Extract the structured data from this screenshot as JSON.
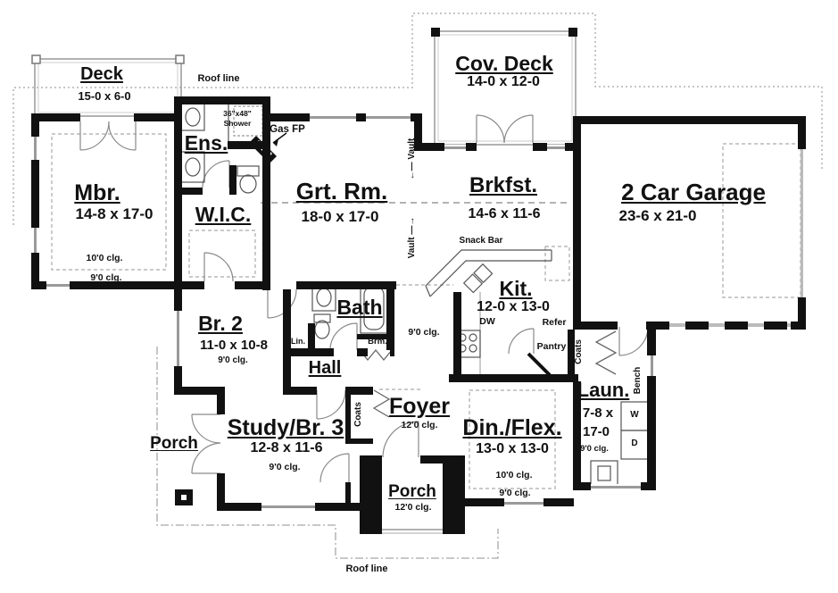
{
  "rooms": {
    "deck": {
      "name": "Deck",
      "dims": "15-0 x 6-0"
    },
    "cov_deck": {
      "name": "Cov. Deck",
      "dims": "14-0 x 12-0"
    },
    "mbr": {
      "name": "Mbr.",
      "dims": "14-8 x 17-0",
      "clg_a": "10'0 clg.",
      "clg_b": "9'0 clg."
    },
    "ens": {
      "name": "Ens."
    },
    "wic": {
      "name": "W.I.C."
    },
    "grt_rm": {
      "name": "Grt. Rm.",
      "dims": "18-0 x 17-0"
    },
    "brkfst": {
      "name": "Brkfst.",
      "dims": "14-6 x 11-6"
    },
    "garage": {
      "name": "2 Car Garage",
      "dims": "23-6 x 21-0"
    },
    "kit": {
      "name": "Kit.",
      "dims": "12-0 x 13-0"
    },
    "br2": {
      "name": "Br. 2",
      "dims": "11-0 x 10-8",
      "clg": "9'0 clg."
    },
    "bath": {
      "name": "Bath"
    },
    "hall": {
      "name": "Hall",
      "clg": "9'0 clg."
    },
    "study": {
      "name": "Study/Br. 3",
      "dims": "12-8 x 11-6",
      "clg": "9'0 clg."
    },
    "foyer": {
      "name": "Foyer",
      "clg": "12'0 clg."
    },
    "din_flex": {
      "name": "Din./Flex.",
      "dims": "13-0 x 13-0",
      "clg_a": "10'0 clg.",
      "clg_b": "9'0 clg."
    },
    "laun": {
      "name": "Laun.",
      "dims_line1": "7-8 x",
      "dims_line2": "17-0",
      "clg": "9'0 clg."
    },
    "porch_left": {
      "name": "Porch"
    },
    "porch_front": {
      "name": "Porch",
      "clg": "12'0 clg."
    }
  },
  "annotations": {
    "roof_line_top": "Roof line",
    "roof_line_bottom": "Roof line",
    "shower_size": "36\"x48\"",
    "shower_word": "Shower",
    "gas_fp": "Gas FP",
    "snack_bar": "Snack Bar",
    "dw": "DW",
    "refer": "Refer",
    "pantry": "Pantry",
    "coats_kitchen": "Coats",
    "coats_foyer": "Coats",
    "bench": "Bench",
    "linen": "Lin.",
    "broom": "Brm.",
    "washer": "W",
    "dryer": "D",
    "vault_upper": "←— Vault",
    "vault_lower": "Vault —→"
  },
  "colors": {
    "wall": "#111111",
    "window": "#9a9a9a",
    "dashed": "#aaaaaa",
    "text": "#111111"
  }
}
